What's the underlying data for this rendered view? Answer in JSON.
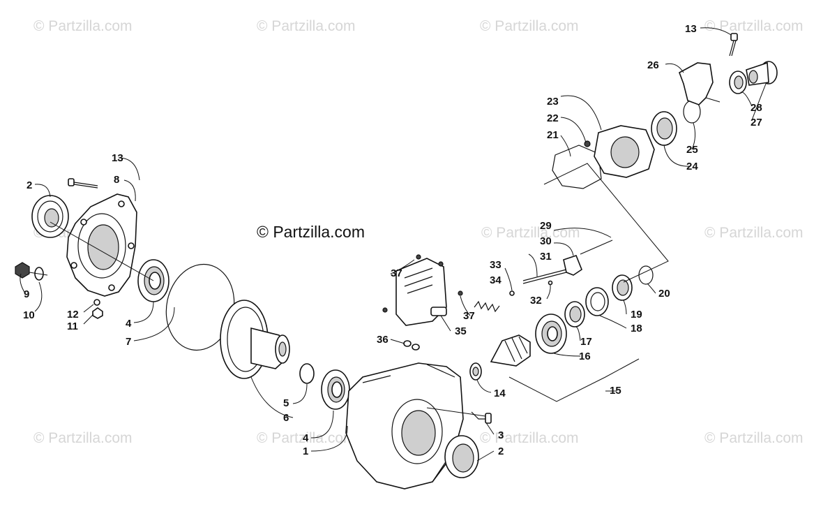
{
  "watermark": {
    "main": "© Partzilla.com",
    "tiles": [
      "© Partzilla.com",
      "© Partzilla.com",
      "© Partzilla.com",
      "© Partzilla.com",
      "© Partzilla.com",
      "© Partzilla.com",
      "© Partzilla.com",
      "© Partzilla.com",
      "© Partzilla.com",
      "© Partzilla.com",
      "© Partzilla.com",
      "© Partzilla.com"
    ]
  },
  "callouts": {
    "c1": "1",
    "c2a": "2",
    "c2b": "2",
    "c3": "3",
    "c4a": "4",
    "c4b": "4",
    "c5": "5",
    "c6": "6",
    "c7": "7",
    "c8": "8",
    "c9": "9",
    "c10": "10",
    "c11": "11",
    "c12": "12",
    "c13a": "13",
    "c13b": "13",
    "c14": "14",
    "c15": "15",
    "c16": "16",
    "c17": "17",
    "c18": "18",
    "c19": "19",
    "c20": "20",
    "c21": "21",
    "c22": "22",
    "c23": "23",
    "c24": "24",
    "c25": "25",
    "c26": "26",
    "c27": "27",
    "c28": "28",
    "c29": "29",
    "c30": "30",
    "c31": "31",
    "c32": "32",
    "c33": "33",
    "c34": "34",
    "c35": "35",
    "c36": "36",
    "c37a": "37",
    "c37b": "37"
  }
}
